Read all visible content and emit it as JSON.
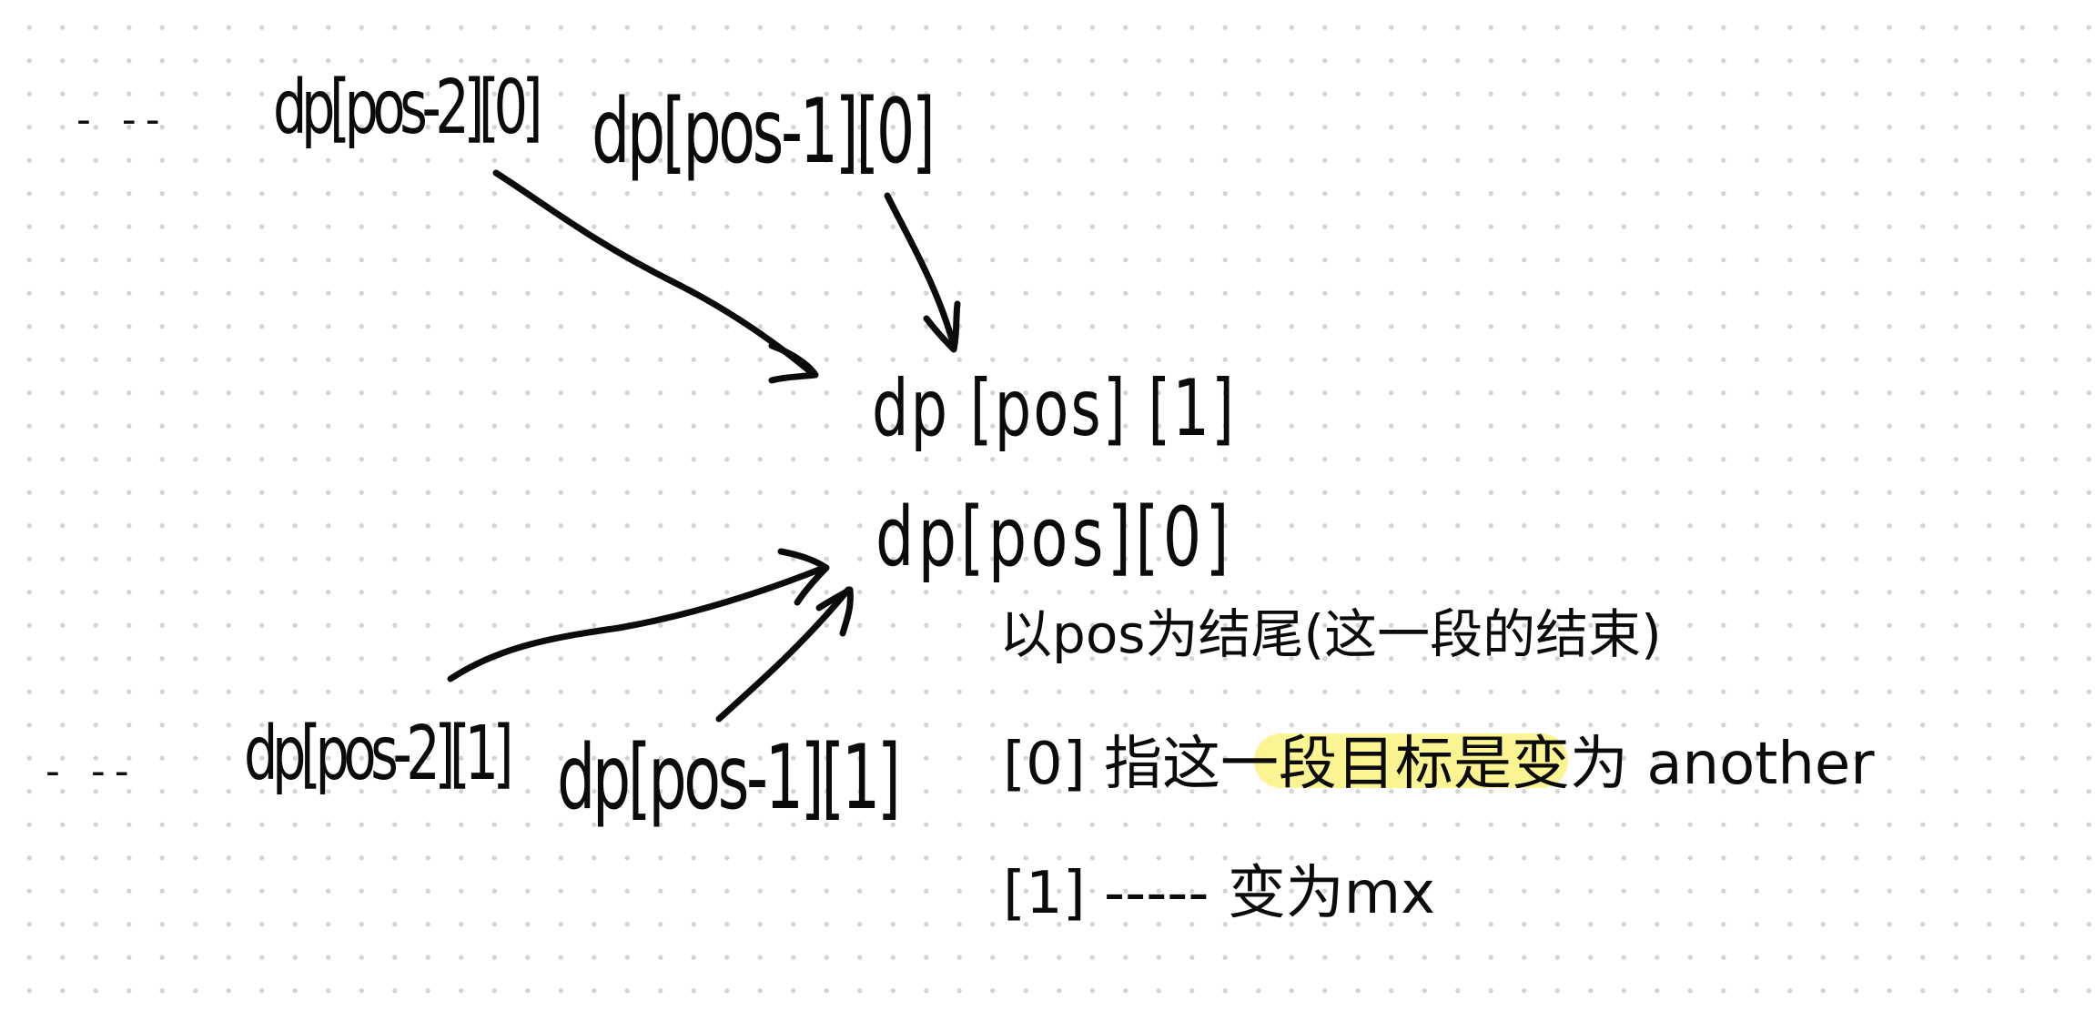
{
  "top_row": {
    "dash": "- --",
    "left_term": "dp[pos-2][0]",
    "right_term": "dp[pos-1][0]"
  },
  "center": {
    "state_one": "dp [pos] [1]",
    "state_zero": "dp[pos][0]"
  },
  "bottom_row": {
    "dash": "- --",
    "left_term": "dp[pos-2][1]",
    "right_term": "dp[pos-1][1]"
  },
  "notes": {
    "line1": "以pos为结尾(这一段的结束)",
    "line2_prefix": "[0] 指这",
    "line2_highlighted": "一段目标是",
    "line2_suffix": "变为 another",
    "line3": "[1] ----- 变为mx"
  },
  "colors": {
    "ink": "#0b0b0b",
    "highlight": "#fbf38c",
    "grid_dot": "#d4d4d4"
  }
}
